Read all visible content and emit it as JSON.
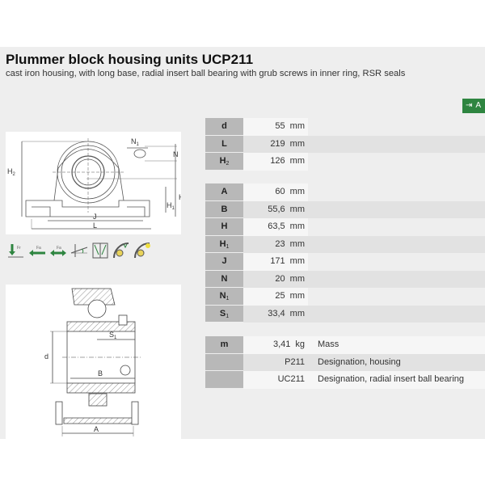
{
  "header": {
    "title": "Plummer block housing units UCP211",
    "subtitle": "cast iron housing, with long base, radial insert ball bearing with grub screws in inner ring, RSR seals"
  },
  "action_button": {
    "icon": "login-arrow-icon",
    "label": "A",
    "color": "#2e8540"
  },
  "drawing_top": {
    "labels": {
      "h2": "H",
      "h2_sub": "2",
      "n1": "N",
      "n1_sub": "1",
      "n": "N",
      "h": "H",
      "h1": "H",
      "h1_sub": "1",
      "j": "J",
      "l": "L"
    }
  },
  "icons": [
    {
      "name": "radial-load-icon",
      "label": "Fr"
    },
    {
      "name": "axial-load-one-direction-icon",
      "label": "Fa"
    },
    {
      "name": "axial-load-both-directions-icon",
      "label": "Fa"
    },
    {
      "name": "misalignment-icon",
      "label": ""
    },
    {
      "name": "sealing-icon",
      "label": ""
    },
    {
      "name": "speed-suitability-icon",
      "label": ""
    },
    {
      "name": "lubrication-icon",
      "label": ""
    }
  ],
  "drawing_bottom": {
    "labels": {
      "s1": "S",
      "s1_sub": "1",
      "d": "d",
      "b": "B",
      "a": "A"
    }
  },
  "dimensions": {
    "group1": [
      {
        "key": "d",
        "sub": "",
        "value": "55",
        "unit": "mm"
      },
      {
        "key": "L",
        "sub": "",
        "value": "219",
        "unit": "mm"
      },
      {
        "key": "H",
        "sub": "2",
        "value": "126",
        "unit": "mm"
      }
    ],
    "group2": [
      {
        "key": "A",
        "sub": "",
        "value": "60",
        "unit": "mm"
      },
      {
        "key": "B",
        "sub": "",
        "value": "55,6",
        "unit": "mm"
      },
      {
        "key": "H",
        "sub": "",
        "value": "63,5",
        "unit": "mm"
      },
      {
        "key": "H",
        "sub": "1",
        "value": "23",
        "unit": "mm"
      },
      {
        "key": "J",
        "sub": "",
        "value": "171",
        "unit": "mm"
      },
      {
        "key": "N",
        "sub": "",
        "value": "20",
        "unit": "mm"
      },
      {
        "key": "N",
        "sub": "1",
        "value": "25",
        "unit": "mm"
      },
      {
        "key": "S",
        "sub": "1",
        "value": "33,4",
        "unit": "mm"
      }
    ],
    "group3": [
      {
        "key": "m",
        "sub": "",
        "value": "3,41",
        "unit": "kg",
        "desc": "Mass"
      },
      {
        "key": "",
        "sub": "",
        "value": "P211",
        "unit": "",
        "desc": "Designation, housing"
      },
      {
        "key": "",
        "sub": "",
        "value": "UC211",
        "unit": "",
        "desc": "Designation, radial insert ball bearing"
      }
    ]
  }
}
